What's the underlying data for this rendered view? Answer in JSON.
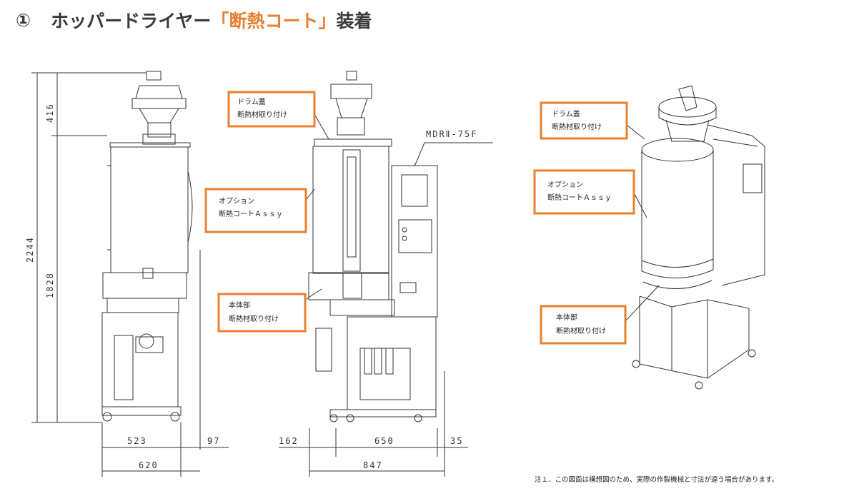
{
  "title": {
    "number": "①",
    "prefix": "ホッパードライヤー",
    "accent": "「断熱コート」",
    "suffix": "装着"
  },
  "colors": {
    "accent": "#e8802f",
    "callout_border": "#e8802f",
    "line": "#333333"
  },
  "model_label": "MDRⅡ-75F",
  "dimensions": {
    "height_total": "2244",
    "height_top": "416",
    "height_body": "1828",
    "side_width_1": "523",
    "side_width_2": "97",
    "side_width_total": "620",
    "front_width_1": "162",
    "front_width_2": "650",
    "front_width_3": "35",
    "front_width_total": "847"
  },
  "callouts": {
    "front_drum": {
      "line1": "ドラム蓋",
      "line2": "断熱材取り付け"
    },
    "front_option": {
      "line1": "オプション",
      "line2": "断熱コートＡｓｓｙ"
    },
    "front_body": {
      "line1": "本体部",
      "line2": "断熱材取り付け"
    },
    "iso_drum": {
      "line1": "ドラム蓋",
      "line2": "断熱材取り付け"
    },
    "iso_option": {
      "line1": "オプション",
      "line2": "断熱コートＡｓｓｙ"
    },
    "iso_body": {
      "line1": "本体部",
      "line2": "断熱材取り付け"
    }
  },
  "note": "注１．この図面は構想図のため、実際の作製機械と寸法が違う場合があります。"
}
